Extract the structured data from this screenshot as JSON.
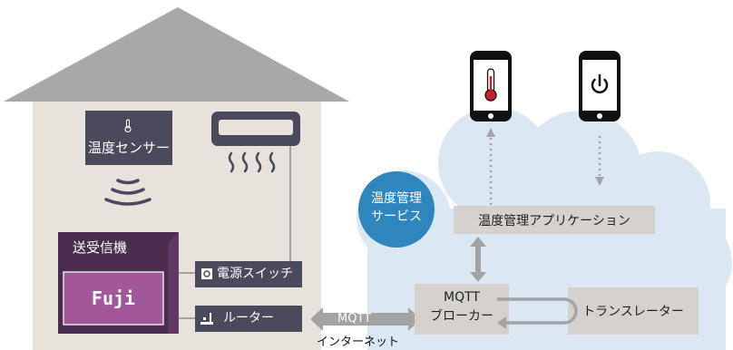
{
  "colors": {
    "house_roof": "#a8a8a8",
    "house_wall": "#e8e2dc",
    "cloud": "#dbe7f3",
    "dark_box": "#4a4a5c",
    "device_frame": "#4a2c4f",
    "device_board": "#a0589a",
    "service_circle": "#2f86bd",
    "gray_box": "#d5d2ce",
    "arrow_gray": "#a3a3a3",
    "thermo_red": "#c8202e"
  },
  "house": {
    "temp_sensor_label": "温度センサー",
    "device_label": "送受信機",
    "board_label": "Fuji",
    "power_switch_label": "電源スイッチ",
    "router_label": "ルーター"
  },
  "link": {
    "protocol_label": "MQTT",
    "network_label": "インターネット"
  },
  "cloud": {
    "service_label_line1": "温度管理",
    "service_label_line2": "サービス",
    "app_label": "温度管理アプリケーション",
    "broker_line1": "MQTT",
    "broker_line2": "ブローカー",
    "translator_label": "トランスレーター"
  },
  "icons": [
    "thermometer-icon",
    "power-icon",
    "switch-icon",
    "router-icon",
    "air-conditioner-icon",
    "wireless-waves-icon"
  ]
}
